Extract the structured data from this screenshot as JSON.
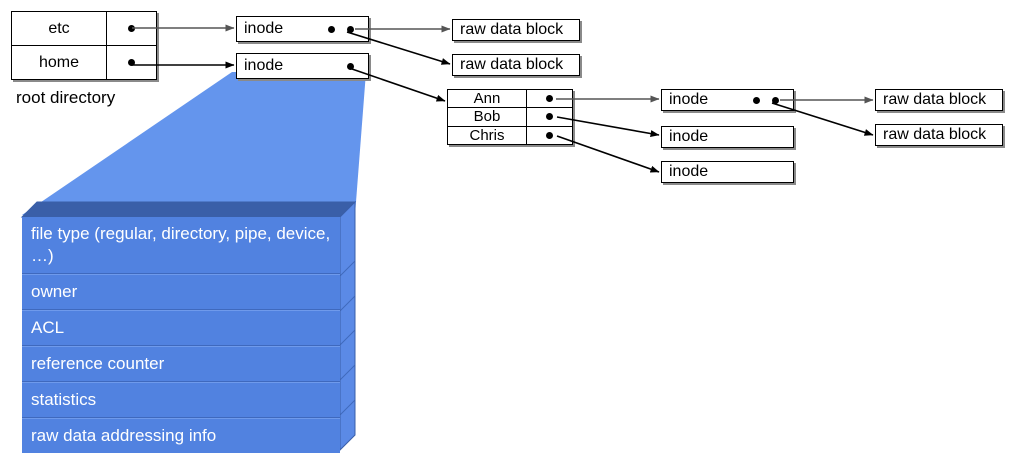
{
  "diagram": {
    "title": "unix-inode-filesystem-diagram",
    "colors": {
      "front_face": "#5182e0",
      "top_face": "#3a5fa8",
      "side_face": "#5b8ae6",
      "wedge": "#6495ed",
      "box_border": "#000000",
      "box_shadow": "#8a8a8a"
    }
  },
  "root_directory": {
    "caption": "root directory",
    "entries": [
      {
        "name": "etc",
        "pointer": "●"
      },
      {
        "name": "home",
        "pointer": "●"
      }
    ]
  },
  "level1_inodes": [
    {
      "label": "inode",
      "pointers": 2
    },
    {
      "label": "inode",
      "pointers": 1
    }
  ],
  "level1_data_blocks": [
    {
      "label": "raw data block"
    },
    {
      "label": "raw data block"
    }
  ],
  "home_directory": {
    "entries": [
      {
        "name": "Ann",
        "pointer": "●"
      },
      {
        "name": "Bob",
        "pointer": "●"
      },
      {
        "name": "Chris",
        "pointer": "●"
      }
    ]
  },
  "level2_inodes": [
    {
      "label": "inode",
      "pointers": 2
    },
    {
      "label": "inode",
      "pointers": 0
    },
    {
      "label": "inode",
      "pointers": 0
    }
  ],
  "level2_data_blocks": [
    {
      "label": "raw data block"
    },
    {
      "label": "raw data block"
    }
  ],
  "inode_detail": {
    "fields": [
      "file type (regular, directory, pipe, device, …)",
      "owner",
      "ACL",
      "reference counter",
      "statistics",
      "raw data addressing info"
    ]
  }
}
